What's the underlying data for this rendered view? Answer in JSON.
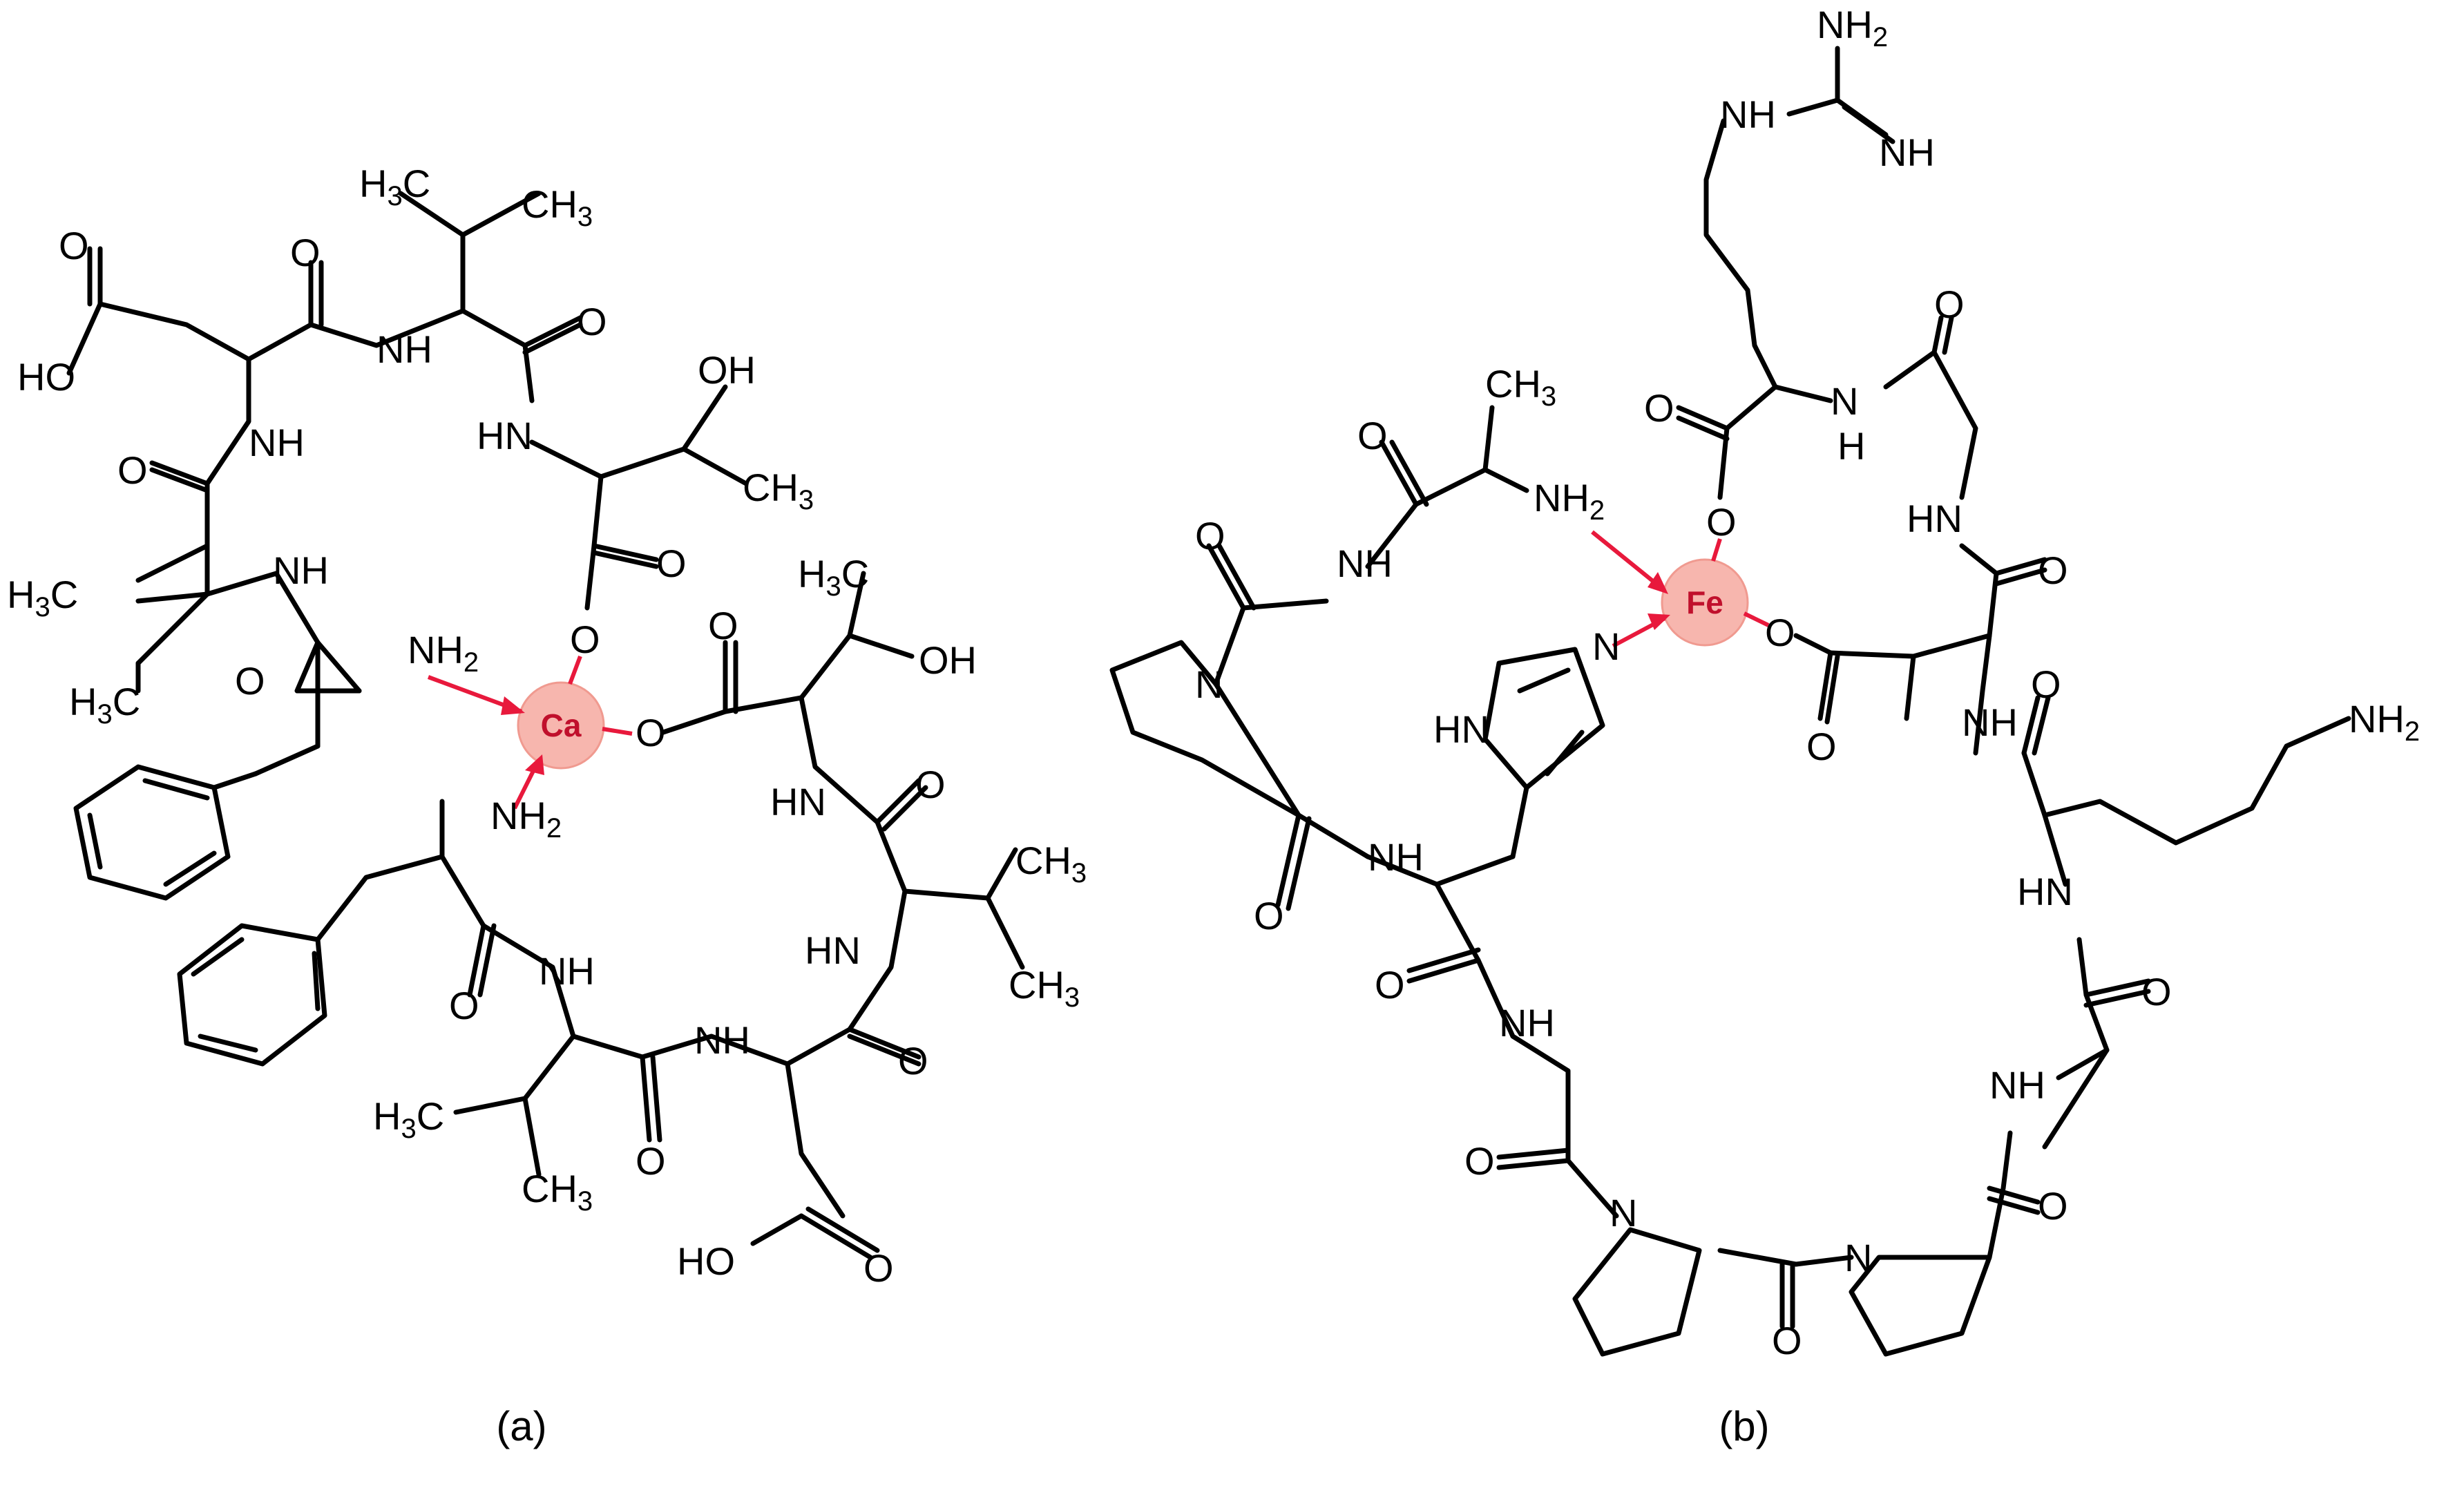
{
  "figure": {
    "panel_labels": [
      "(a)",
      "(b)"
    ],
    "colors": {
      "bond": "#000000",
      "coordination": "#e8193c",
      "metal_fill": "#f7b6ae",
      "metal_text": "#c0102c"
    }
  },
  "panel_a": {
    "metal": "Ca",
    "groups": {
      "h3c": "H",
      "ch3": "CH",
      "three": "3",
      "two": "2",
      "nh": "NH",
      "hn": "HN",
      "nh2": "NH",
      "oh": "OH",
      "ho": "HO",
      "o": "O"
    }
  },
  "panel_b": {
    "metal": "Fe",
    "groups": {
      "nh2": "NH",
      "nh": "NH",
      "hn": "HN",
      "h": "H",
      "n": "N",
      "o": "O",
      "ch3": "CH",
      "two": "2",
      "three": "3"
    }
  }
}
